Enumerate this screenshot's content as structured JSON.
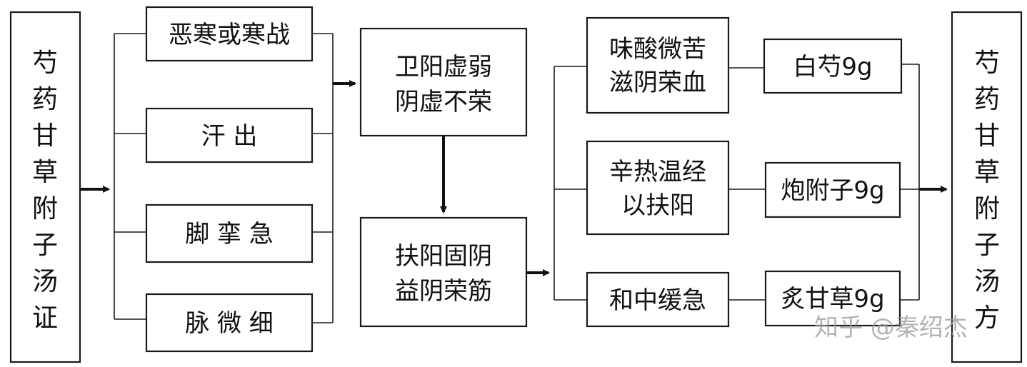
{
  "diagram": {
    "left_title": "芍药甘草附子汤证",
    "symptoms": [
      "恶寒或寒战",
      "汗 出",
      "脚 挛 急",
      "脉 微 细"
    ],
    "pathology": [
      "卫阳虚弱",
      "阴虚不荣"
    ],
    "treatment": [
      "扶阳固阴",
      "益阴荣筋"
    ],
    "functions": [
      [
        "味酸微苦",
        "滋阴荣血"
      ],
      [
        "辛热温经",
        "以扶阳"
      ],
      [
        "和中缓急"
      ]
    ],
    "herbs": [
      "白芍9g",
      "炮附子9g",
      "炙甘草9g"
    ],
    "right_title": "芍药甘草附子汤方",
    "watermark": "知乎 @秦绍杰"
  },
  "colors": {
    "ink": "#111111",
    "watermark": "#9a9a9a"
  }
}
